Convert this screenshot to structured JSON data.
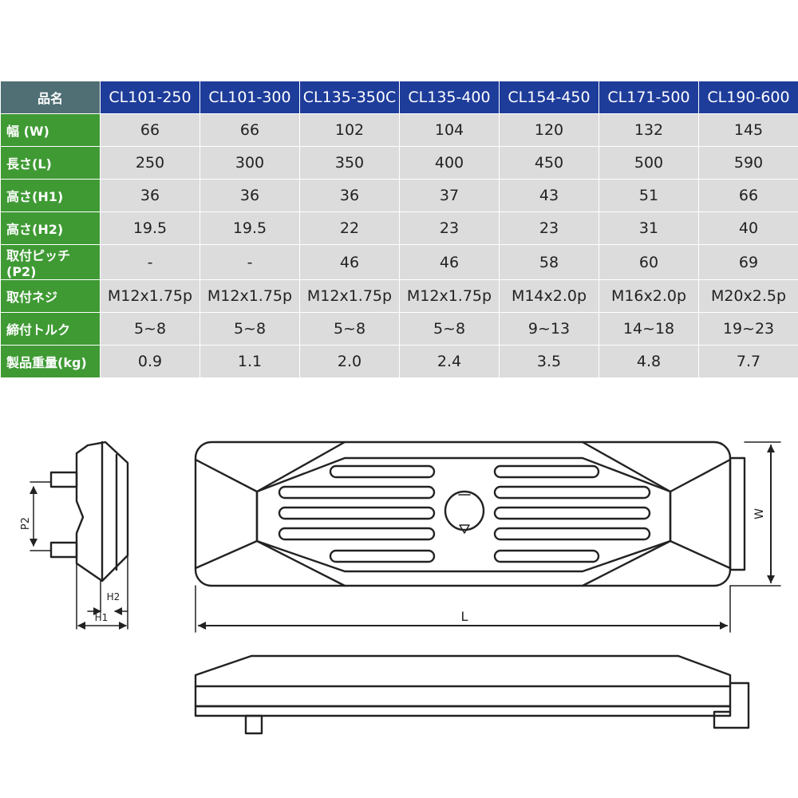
{
  "table": {
    "corner_label": "品名",
    "models": [
      "CL101-250",
      "CL101-300",
      "CL135-350C",
      "CL135-400",
      "CL154-450",
      "CL171-500",
      "CL190-600"
    ],
    "rows": [
      {
        "label": "幅 (W)",
        "values": [
          "66",
          "66",
          "102",
          "104",
          "120",
          "132",
          "145"
        ]
      },
      {
        "label": "長さ(L)",
        "values": [
          "250",
          "300",
          "350",
          "400",
          "450",
          "500",
          "590"
        ]
      },
      {
        "label": "高さ(H1)",
        "values": [
          "36",
          "36",
          "36",
          "37",
          "43",
          "51",
          "66"
        ]
      },
      {
        "label": "高さ(H2)",
        "values": [
          "19.5",
          "19.5",
          "22",
          "23",
          "23",
          "31",
          "40"
        ]
      },
      {
        "label": "取付ピッチ(P2)",
        "values": [
          "-",
          "-",
          "46",
          "46",
          "58",
          "60",
          "69"
        ]
      },
      {
        "label": "取付ネジ",
        "values": [
          "M12x1.75p",
          "M12x1.75p",
          "M12x1.75p",
          "M12x1.75p",
          "M14x2.0p",
          "M16x2.0p",
          "M20x2.5p"
        ]
      },
      {
        "label": "締付トルク",
        "values": [
          "5~8",
          "5~8",
          "5~8",
          "5~8",
          "9~13",
          "14~18",
          "19~23"
        ]
      },
      {
        "label": "製品重量(kg)",
        "values": [
          "0.9",
          "1.1",
          "2.0",
          "2.4",
          "3.5",
          "4.8",
          "7.7"
        ]
      }
    ]
  },
  "drawing": {
    "label_p2": "P2",
    "label_h2": "H2",
    "label_h1": "H1",
    "label_l": "L",
    "label_w": "W"
  }
}
